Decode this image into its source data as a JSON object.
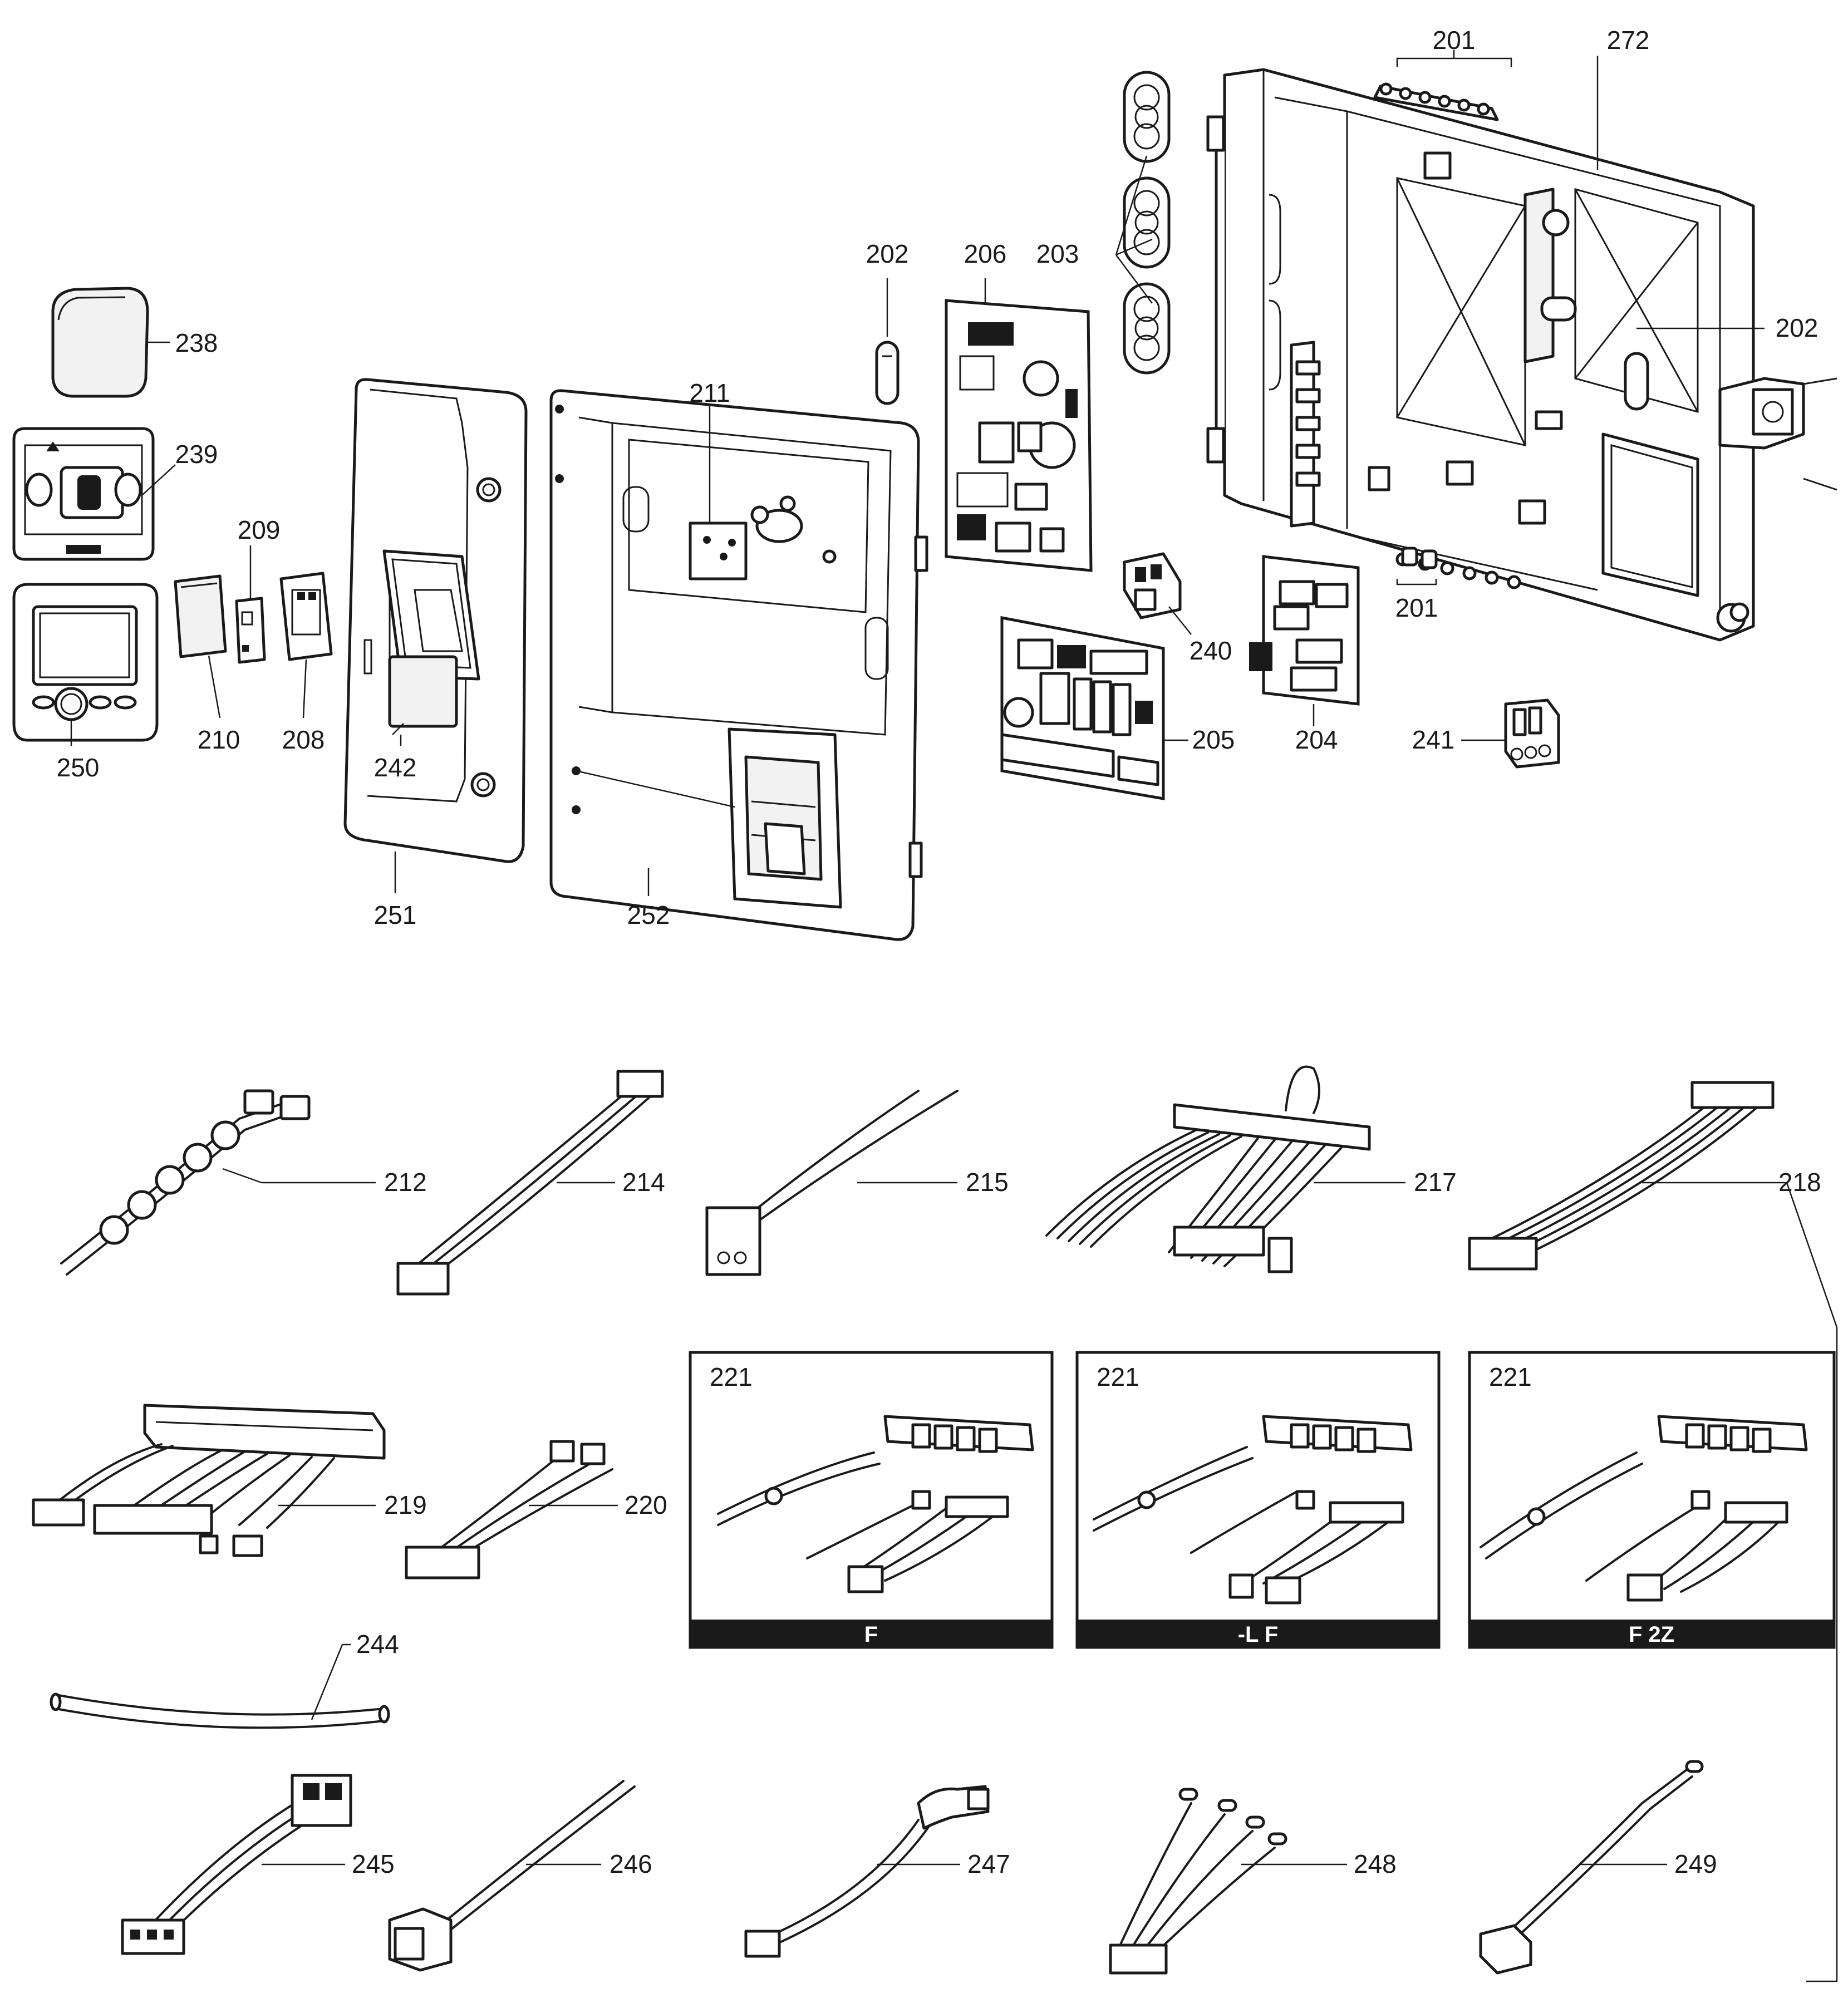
{
  "labels": {
    "p201a": "201",
    "p272": "272",
    "p202a": "202",
    "p206": "206",
    "p203": "203",
    "p202b": "202",
    "p238": "238",
    "p211": "211",
    "p239": "239",
    "p209": "209",
    "p201b": "201",
    "p240": "240",
    "p210": "210",
    "p208": "208",
    "p205": "205",
    "p204": "204",
    "p241": "241",
    "p250": "250",
    "p242": "242",
    "p251": "251",
    "p252": "252",
    "p212": "212",
    "p214": "214",
    "p215": "215",
    "p217": "217",
    "p218": "218",
    "p219": "219",
    "p220": "220",
    "p244": "244",
    "p245": "245",
    "p246": "246",
    "p247": "247",
    "p248": "248",
    "p249": "249"
  },
  "kits": [
    {
      "number": "221",
      "variant": "F"
    },
    {
      "number": "221",
      "variant": "-L F"
    },
    {
      "number": "221",
      "variant": "F 2Z"
    }
  ]
}
